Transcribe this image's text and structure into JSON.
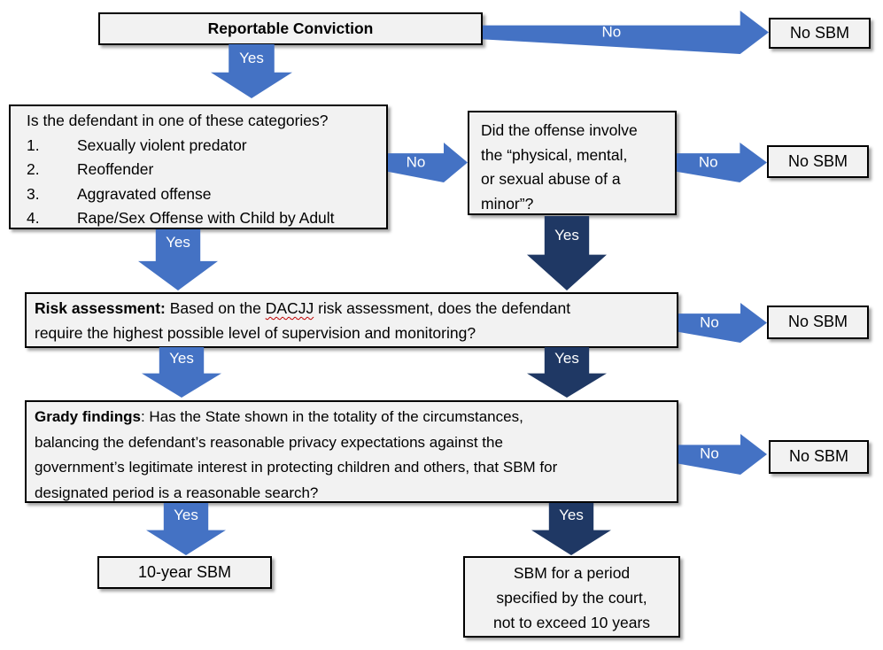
{
  "flow": {
    "yes": "Yes",
    "no": "No",
    "no_sbm": "No SBM",
    "start": "Reportable Conviction",
    "categories": {
      "title": "Is the defendant in one of these categories?",
      "items": [
        {
          "num": "1.",
          "text": "Sexually violent predator"
        },
        {
          "num": "2.",
          "text": "Reoffender"
        },
        {
          "num": "3.",
          "text": "Aggravated offense"
        },
        {
          "num": "4.",
          "text": "Rape/Sex Offense with Child by Adult"
        }
      ]
    },
    "minor_abuse": {
      "lines": [
        "Did the offense involve",
        "the “physical, mental,",
        "or sexual abuse of a",
        "minor”?"
      ]
    },
    "risk": {
      "bold": "Risk assessment:",
      "line1_a": " Based on the ",
      "dacjj": "DACJJ",
      "line1_b": " risk assessment, does the defendant",
      "line2": "require the highest possible level of supervision and monitoring?"
    },
    "grady": {
      "bold": "Grady findings",
      "line1_rest": ": Has the State shown in the totality of the circumstances,",
      "line2": "balancing the defendant’s reasonable privacy expectations against the",
      "line3": "government’s legitimate interest in protecting children and others, that SBM for",
      "line4": "designated period is a reasonable search?"
    },
    "ten_year": "10-year SBM",
    "court": {
      "lines": [
        "SBM for a period",
        "specified by the court,",
        "not to exceed 10 years"
      ]
    }
  },
  "colors": {
    "arrow_blue": "#4472C4",
    "arrow_navy": "#1F3864",
    "box_fill": "#F2F2F2",
    "box_border": "#000000",
    "squiggle_red": "#C00000"
  }
}
